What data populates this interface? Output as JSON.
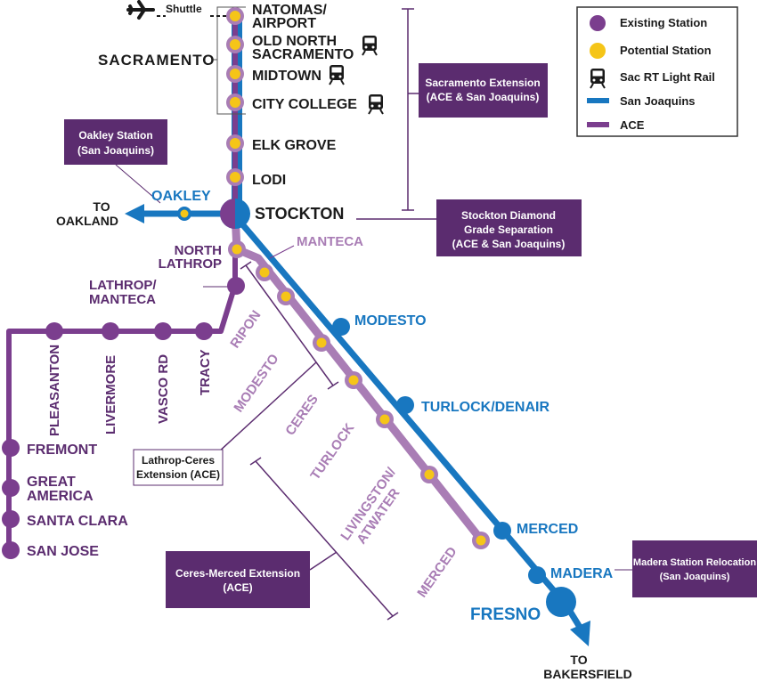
{
  "colors": {
    "ace": "#7b3e8e",
    "ace_light": "#a97db5",
    "sj": "#1877c0",
    "potential": "#f5c518",
    "existing": "#5b2c6f",
    "box": "#5b2c6f",
    "dark": "#1a1a1a"
  },
  "shuttle_label": "Shuttle",
  "region_sacramento": "SACRAMENTO",
  "north_stations": {
    "natomas_1": "NATOMAS/",
    "natomas_2": "AIRPORT",
    "oldnorth_1": "OLD NORTH",
    "oldnorth_2": "SACRAMENTO",
    "midtown": "MIDTOWN",
    "citycollege": "CITY COLLEGE",
    "elkgrove": "ELK GROVE",
    "lodi": "LODI",
    "stockton": "STOCKTON"
  },
  "west": {
    "oakley": "OAKLEY",
    "to_oakland_1": "TO",
    "to_oakland_2": "OAKLAND"
  },
  "ace_labels": {
    "north_lathrop_1": "NORTH",
    "north_lathrop_2": "LATHROP",
    "lathrop_manteca_1": "LATHROP/",
    "lathrop_manteca_2": "MANTECA",
    "pleasanton": "PLEASANTON",
    "livermore": "LIVERMORE",
    "vasco": "VASCO RD",
    "tracy": "TRACY",
    "fremont": "FREMONT",
    "great_america_1": "GREAT",
    "great_america_2": "AMERICA",
    "santa_clara": "SANTA CLARA",
    "san_jose": "SAN JOSE"
  },
  "ace_ext_labels": {
    "manteca": "MANTECA",
    "ripon": "RIPON",
    "modesto": "MODESTO",
    "ceres": "CERES",
    "turlock": "TURLOCK",
    "livingston_1": "LIVINGSTON/",
    "livingston_2": "ATWATER",
    "merced": "MERCED"
  },
  "sj_labels": {
    "modesto": "MODESTO",
    "turlock_denair": "TURLOCK/DENAIR",
    "merced": "MERCED",
    "madera": "MADERA",
    "fresno": "FRESNO",
    "to_bakersfield_1": "TO",
    "to_bakersfield_2": "BAKERSFIELD"
  },
  "boxes": {
    "oakley_1": "Oakley Station",
    "oakley_2": "(San Joaquins)",
    "sac_ext_1": "Sacramento Extension",
    "sac_ext_2": "(ACE & San Joaquins)",
    "stockton_1": "Stockton Diamond",
    "stockton_2": "Grade Separation",
    "stockton_3": "(ACE & San Joaquins)",
    "lathrop_1": "Lathrop-Ceres",
    "lathrop_2": "Extension (ACE)",
    "ceres_1": "Ceres-Merced Extension",
    "ceres_2": "(ACE)",
    "madera_1": "Madera Station Relocation",
    "madera_2": "(San Joaquins)"
  },
  "legend": {
    "existing": "Existing Station",
    "potential": "Potential Station",
    "lightrail": "Sac RT Light Rail",
    "sj": "San Joaquins",
    "ace": "ACE"
  },
  "icons": {
    "airport": "airplane-icon",
    "lightrail": "light-rail-train-icon"
  }
}
